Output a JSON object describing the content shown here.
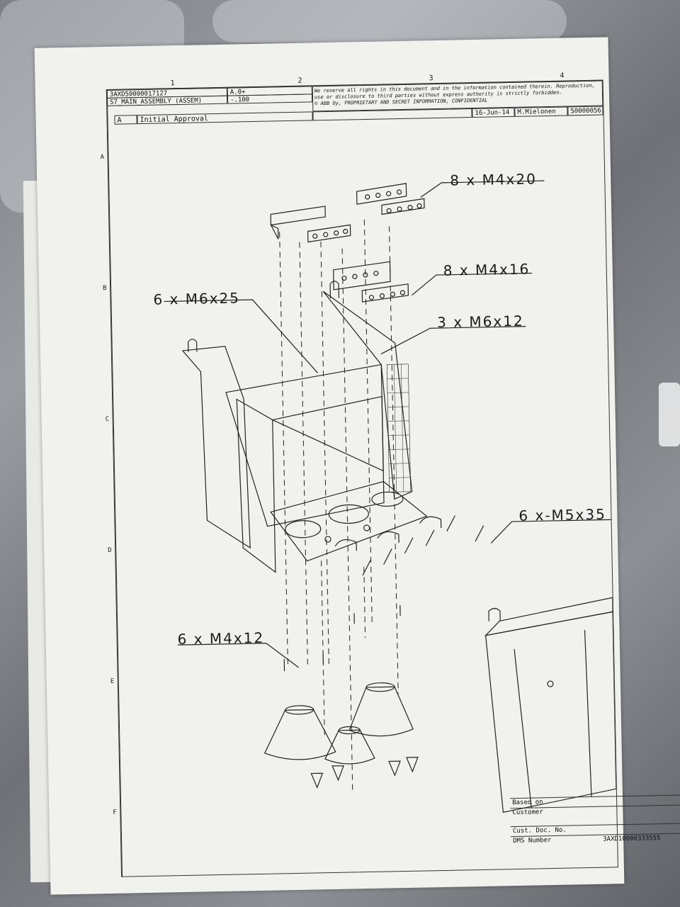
{
  "title_block": {
    "part_number": "3AXD50000017127",
    "assembly": "S7_MAIN_ASSEMBLY (ASSEM)",
    "rev_code": "A.0+",
    "rev_sub": "-.100",
    "legal_line1": "We reserve all rights in this document and in the information contained therein. Reproduction,",
    "legal_line2": "use or disclosure to third parties without express authority is strictly forbidden.",
    "legal_line3": "© ABB Oy, PROPRIETARY AND SECRET INFORMATION, CONFIDENTIAL",
    "revision": "A",
    "revision_text": "Initial Approval",
    "date": "16-Jun-14",
    "author": "M.Mielonen",
    "doc_ref": "50000056"
  },
  "column_numbers": [
    "1",
    "2",
    "3",
    "4"
  ],
  "row_letters": [
    "A",
    "B",
    "C",
    "D",
    "E",
    "F"
  ],
  "callouts": {
    "m4x20": "8 x M4x20",
    "m4x16": "8 x M4x16",
    "m6x25": "6 x M6x25",
    "m6x12": "3 x M6x12",
    "m5x35": "6 x-M5x35",
    "m4x12": "6 x M4x12"
  },
  "bottom_block": {
    "based_on": "Based on",
    "customer": "Customer",
    "cust_doc": "Cust. Doc. No.",
    "dms_label": "DMS Number",
    "dms_value": "3AXD10000333555"
  }
}
